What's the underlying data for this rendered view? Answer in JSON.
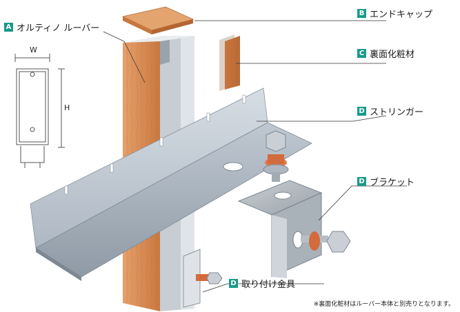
{
  "labels": {
    "a": {
      "badge": "A",
      "text": "オルティノ ルーバー"
    },
    "b": {
      "badge": "B",
      "text": "エンドキャップ"
    },
    "c": {
      "badge": "C",
      "text": "裏面化粧材"
    },
    "d1": {
      "badge": "D",
      "text": "ストリンガー"
    },
    "d2": {
      "badge": "D",
      "text": "ブラケット"
    },
    "d3": {
      "badge": "D",
      "text": "取り付け金具"
    }
  },
  "section": {
    "width_label": "W",
    "height_label": "H"
  },
  "note": "※裏面化粧材はルーバー本体と別売りとなります。",
  "colors": {
    "badge": "#1a9a8a",
    "wood": "#d98f55",
    "metal": "#b9c2cc"
  }
}
